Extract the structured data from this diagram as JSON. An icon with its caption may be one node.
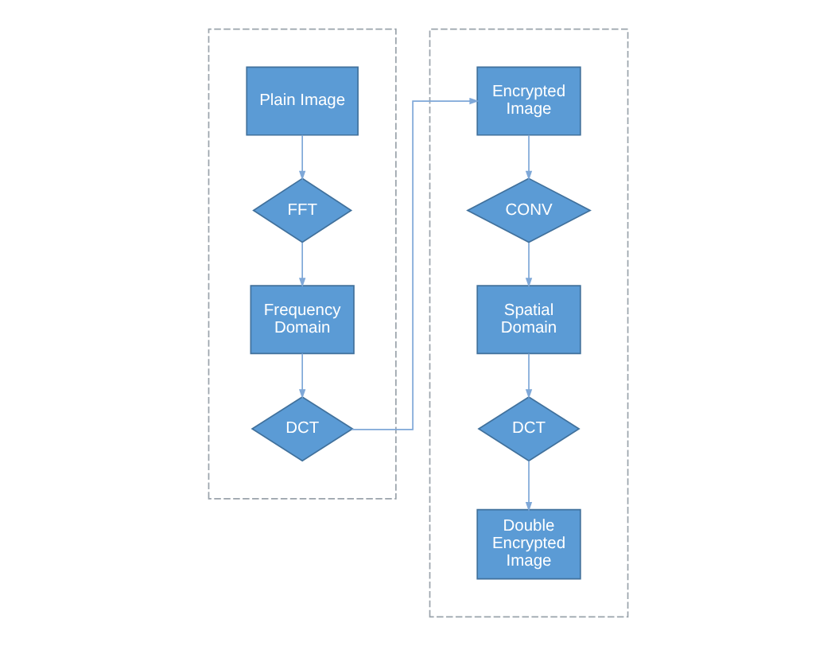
{
  "diagram": {
    "nodes": [
      {
        "text": [],
        "shape": "box"
      },
      {
        "text": [
          "Plain Image"
        ],
        "in": 0
      },
      {
        "text": [
          "FFT"
        ],
        "in": 0
      },
      {
        "text": [
          "Frequency Domain"
        ],
        "in": 0
      },
      {
        "text": [
          "DCT"
        ],
        "in": 0
      },
      {
        "text": [],
        "shape": "box"
      },
      {
        "text": [
          "Encrypted Image"
        ],
        "in": 5
      },
      {
        "text": [
          "CONV"
        ],
        "in": 5
      },
      {
        "text": [
          "Spatial Domain"
        ],
        "in": 5
      },
      {
        "text": [
          "DCT"
        ],
        "in": 5
      },
      {
        "text": [
          "Double Encrypted Image"
        ],
        "in": 5
      }
    ],
    "edges": [
      {
        "from": 1,
        "to": 2,
        "arrow": "to"
      },
      {
        "from": 2,
        "to": 3,
        "arrow": "to"
      },
      {
        "from": 3,
        "to": 4,
        "arrow": "to"
      },
      {
        "from": 4,
        "to": 6,
        "arrow": "to"
      },
      {
        "from": 6,
        "to": 7,
        "arrow": "to"
      },
      {
        "from": 7,
        "to": 8,
        "arrow": "to"
      },
      {
        "from": 8,
        "to": 9,
        "arrow": "to"
      },
      {
        "from": 9,
        "to": 10,
        "arrow": "to"
      }
    ]
  }
}
